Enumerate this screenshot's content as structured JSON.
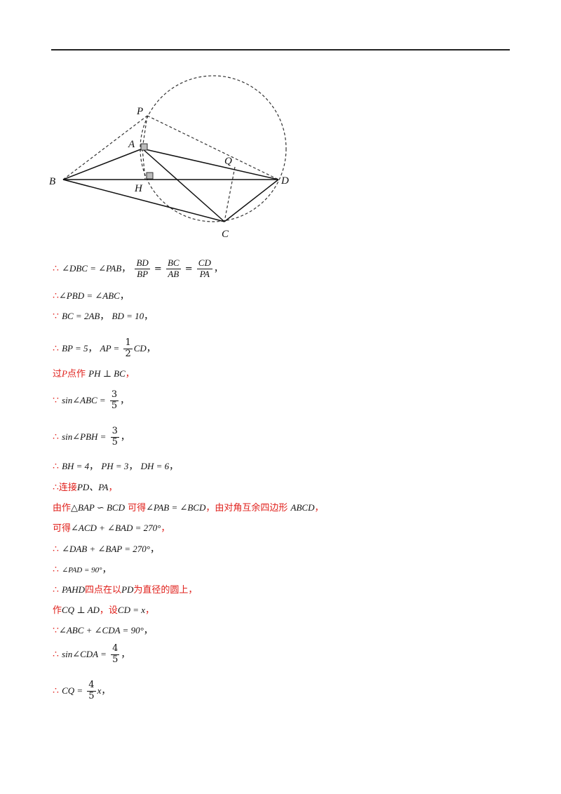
{
  "figure_labels": {
    "P": "P",
    "A": "A",
    "Q": "Q",
    "B": "B",
    "H": "H",
    "D": "D",
    "C": "C"
  },
  "therefore": "∴",
  "because": "∵",
  "comma": "，",
  "l1": {
    "a": "∠DBC = ∠PAB",
    "f1n": "BD",
    "f1d": "BP",
    "f2n": "BC",
    "f2d": "AB",
    "f3n": "CD",
    "f3d": "PA",
    "eq": "="
  },
  "l2": {
    "a": "∠PBD = ∠ABC"
  },
  "l3": {
    "a": "BC = 2AB",
    "b": "BD = 10"
  },
  "l4": {
    "a": "BP = 5",
    "b": "AP =",
    "fn": "1",
    "fd": "2",
    "c": "CD"
  },
  "l5": {
    "pre": "过",
    "p": "P",
    "mid": "点作",
    "expr": "PH ⊥ BC"
  },
  "l6": {
    "a": "sin∠ABC =",
    "fn": "3",
    "fd": "5"
  },
  "l7": {
    "a": "sin∠PBH =",
    "fn": "3",
    "fd": "5"
  },
  "l8": {
    "a": "BH = 4",
    "b": "PH = 3",
    "c": "DH = 6"
  },
  "l9": {
    "pre": "连接",
    "expr": "PD、PA"
  },
  "l10": {
    "pre": "由作",
    "e1": "△BAP ∽ BCD",
    "mid": "可得",
    "e2": "∠PAB = ∠BCD",
    "mid2": "，由对角互余四边形",
    "e3": "ABCD"
  },
  "l11": {
    "pre": "可得",
    "e": "∠ACD + ∠BAD = 270°"
  },
  "l12": {
    "e": "∠DAB + ∠BAP = 270°"
  },
  "l13": {
    "e": "∠PAD = 90°"
  },
  "l14": {
    "e": "PAHD",
    "post": "四点在以",
    "e2": "PD",
    "post2": "为直径的圆上"
  },
  "l15": {
    "pre": "作",
    "e": "CQ ⊥ AD",
    "mid": "，设",
    "e2": "CD = x"
  },
  "l16": {
    "e": "∠ABC + ∠CDA = 90°"
  },
  "l17": {
    "a": "sin∠CDA =",
    "fn": "4",
    "fd": "5"
  },
  "l18": {
    "a": "CQ =",
    "fn": "4",
    "fd": "5",
    "b": "x"
  }
}
